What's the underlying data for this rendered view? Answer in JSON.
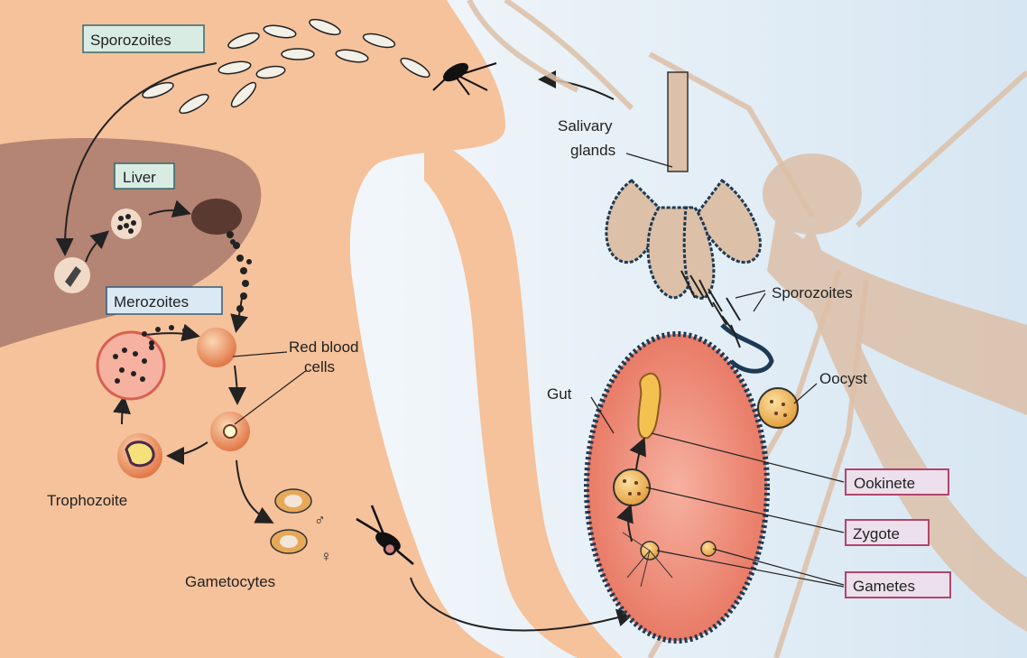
{
  "labels": {
    "sporozoites_top": "Sporozoites",
    "liver": "Liver",
    "merozoites": "Merozoites",
    "red_blood_cells_1": "Red blood",
    "red_blood_cells_2": "cells",
    "trophozoite": "Trophozoite",
    "gametocytes": "Gametocytes",
    "salivary_glands_1": "Salivary",
    "salivary_glands_2": "glands",
    "sporozoites_right": "Sporozoites",
    "oocyst": "Oocyst",
    "gut": "Gut",
    "ookinete": "Ookinete",
    "zygote": "Zygote",
    "gametes": "Gametes",
    "male_symbol": "♂",
    "female_symbol": "♀"
  },
  "colors": {
    "skin": "#f5c29b",
    "background_left": "#ffffff",
    "background_right": "#dce9f3",
    "liver": "#b48474",
    "mosquito": "#dcc0a8",
    "gut_fill": "#ec8570",
    "green_label_bg": "#d9ece3",
    "blue_label_bg": "#dbe9f4",
    "purple_label_bg": "#ece0ec",
    "pink_label_border": "#b2456b"
  }
}
